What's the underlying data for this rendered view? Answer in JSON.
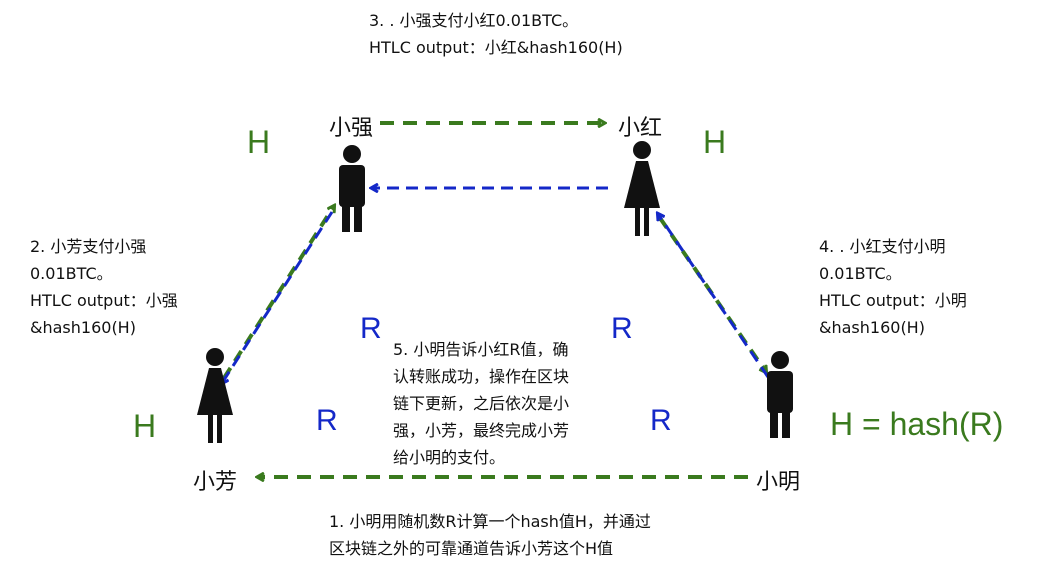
{
  "nodes": {
    "qiang": "小强",
    "hong": "小红",
    "fang": "小芳",
    "ming": "小明"
  },
  "notes": {
    "step3": [
      "3. . 小强支付小红0.01BTC。",
      "HTLC output：小红&hash160(H)"
    ],
    "step2": [
      "2. 小芳支付小强",
      "0.01BTC。",
      "HTLC output：小强",
      "&hash160(H)"
    ],
    "step4": [
      "4. . 小红支付小明",
      "0.01BTC。",
      "HTLC output：小明",
      "&hash160(H)"
    ],
    "step5": [
      "5. 小明告诉小红R值，确",
      "认转账成功，操作在区块",
      "链下更新，之后依次是小",
      "强，小芳，最终完成小芳",
      "给小明的支付。"
    ],
    "step1": [
      "1. 小明用随机数R计算一个hash值H，并通过",
      "区块链之外的可靠通道告诉小芳这个H值"
    ]
  },
  "marks": {
    "h": "H",
    "r": "R",
    "formula": "H = hash(R)"
  },
  "colors": {
    "green": "#3a7a1e",
    "blue": "#1428c8"
  },
  "icons": [
    "male-person-icon",
    "female-person-icon"
  ]
}
